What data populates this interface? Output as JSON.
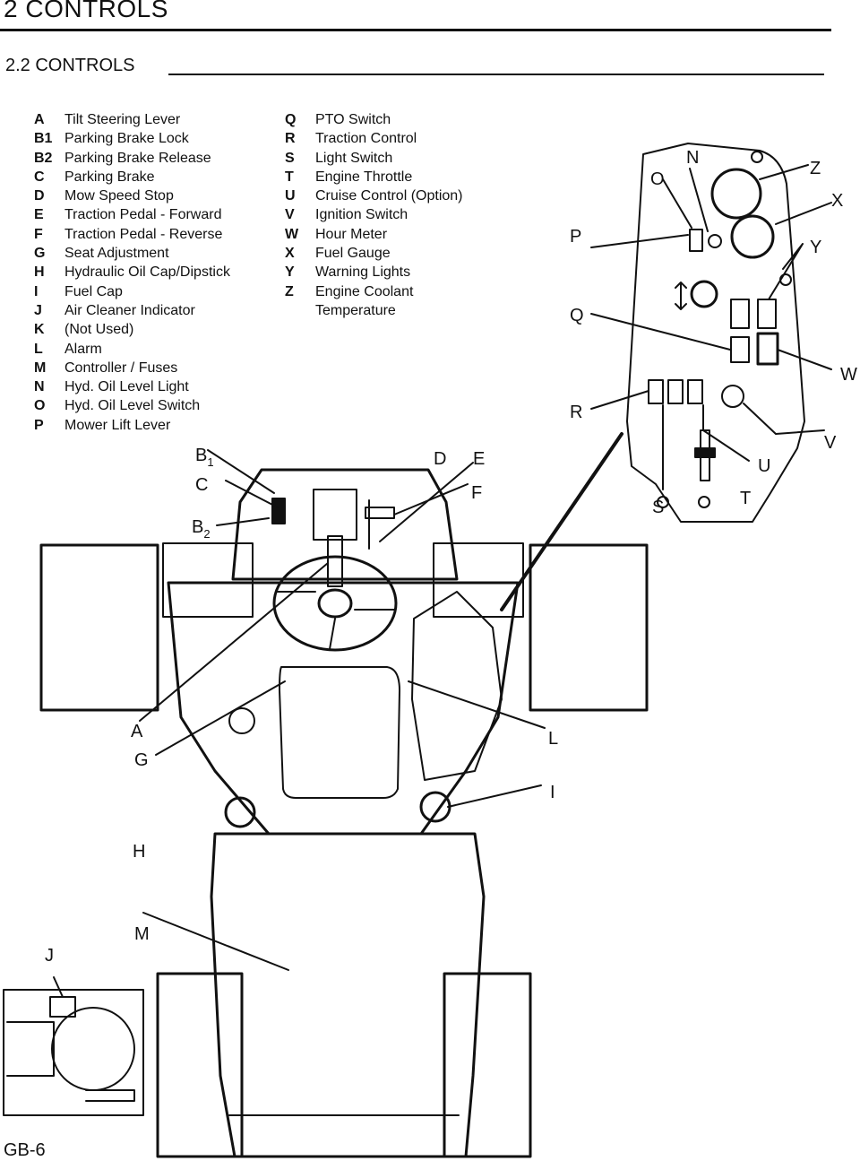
{
  "header": {
    "chapter": "2  CONTROLS",
    "section": "2.2   CONTROLS"
  },
  "legend_left": [
    {
      "key": "A",
      "text": "Tilt Steering Lever"
    },
    {
      "key": "B1",
      "text": "Parking Brake Lock"
    },
    {
      "key": "B2",
      "text": "Parking Brake Release"
    },
    {
      "key": "C",
      "text": "Parking Brake"
    },
    {
      "key": "D",
      "text": "Mow Speed Stop"
    },
    {
      "key": "E",
      "text": "Traction Pedal - Forward"
    },
    {
      "key": "F",
      "text": "Traction Pedal - Reverse"
    },
    {
      "key": "G",
      "text": "Seat Adjustment"
    },
    {
      "key": "H",
      "text": "Hydraulic Oil Cap/Dipstick"
    },
    {
      "key": "I",
      "text": "Fuel Cap"
    },
    {
      "key": "J",
      "text": "Air Cleaner Indicator"
    },
    {
      "key": "K",
      "text": "(Not Used)"
    },
    {
      "key": "L",
      "text": "Alarm"
    },
    {
      "key": "M",
      "text": "Controller / Fuses"
    },
    {
      "key": "N",
      "text": "Hyd. Oil Level Light"
    },
    {
      "key": "O",
      "text": "Hyd. Oil Level Switch"
    },
    {
      "key": "P",
      "text": "Mower Lift Lever"
    }
  ],
  "legend_right": [
    {
      "key": "Q",
      "text": "PTO Switch"
    },
    {
      "key": "R",
      "text": "Traction Control"
    },
    {
      "key": "S",
      "text": "Light Switch"
    },
    {
      "key": "T",
      "text": "Engine Throttle"
    },
    {
      "key": "U",
      "text": "Cruise Control (Option)"
    },
    {
      "key": "V",
      "text": "Ignition Switch"
    },
    {
      "key": "W",
      "text": "Hour Meter"
    },
    {
      "key": "X",
      "text": "Fuel Gauge"
    },
    {
      "key": "Y",
      "text": "Warning Lights"
    },
    {
      "key": "Z",
      "text": "Engine Coolant"
    },
    {
      "key": "",
      "text": "Temperature"
    }
  ],
  "callouts": {
    "A": "A",
    "B": "B",
    "B1_sub": "1",
    "B2_sub": "2",
    "C": "C",
    "D": "D",
    "E": "E",
    "F": "F",
    "G": "G",
    "H": "H",
    "I": "I",
    "J": "J",
    "L": "L",
    "M": "M",
    "N": "N",
    "O": "O",
    "P": "P",
    "Q": "Q",
    "R": "R",
    "S": "S",
    "T": "T",
    "U": "U",
    "V": "V",
    "W": "W",
    "X": "X",
    "Y": "Y",
    "Z": "Z"
  },
  "footer": {
    "page": "GB-6"
  }
}
